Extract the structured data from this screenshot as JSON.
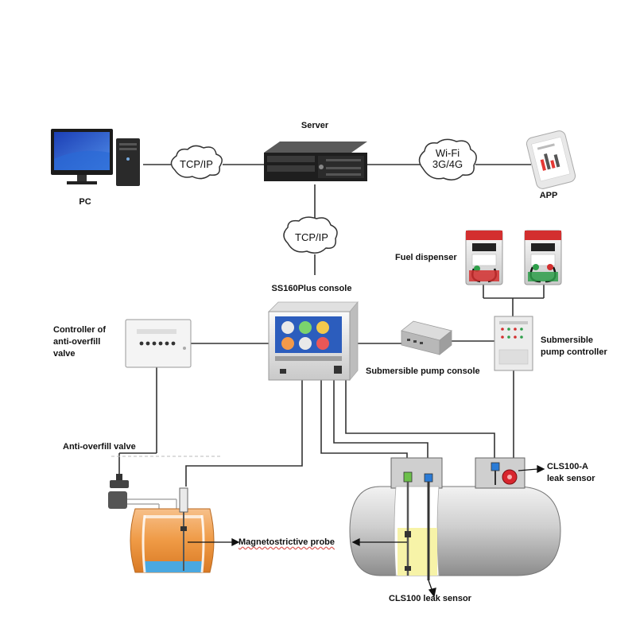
{
  "nodes": {
    "pc": "PC",
    "server": "Server",
    "app": "APP",
    "console": "SS160Plus console",
    "fuel_dispenser": "Fuel dispenser",
    "controller_line1": "Controller of",
    "controller_line2": "anti-overfill",
    "controller_line3": "valve",
    "sub_pump_console": "Submersible pump console",
    "sub_pump_ctrl_line1": "Submersible",
    "sub_pump_ctrl_line2": "pump controller",
    "anti_overfill_valve": "Anti-overfill valve",
    "cls100a_line1": "CLS100-A",
    "cls100a_line2": "leak sensor",
    "magneto_probe": "Magnetostrictive probe",
    "cls100": "CLS100 leak sensor"
  },
  "links": {
    "tcpip_left": "TCP/IP",
    "wifi_line1": "Wi-Fi",
    "wifi_line2": "3G/4G",
    "tcpip_center": "TCP/IP"
  },
  "colors": {
    "line": "#333333",
    "tank_orange": "#f3a35a",
    "water_blue": "#4aa8e0",
    "fuel_yellow": "#f7f3a8",
    "leak_sensor_red": "#d8262e",
    "dispenser_red": "#d32f2f",
    "dispenser_green": "#2e9e4a"
  },
  "icons": [
    "desktop-pc-icon",
    "rack-server-icon",
    "smartphone-app-icon",
    "cloud-icon",
    "console-terminal-icon",
    "fuel-dispenser-icon",
    "control-box-icon",
    "pump-console-icon",
    "valve-icon",
    "tank-icon",
    "probe-icon",
    "leak-sensor-icon"
  ]
}
